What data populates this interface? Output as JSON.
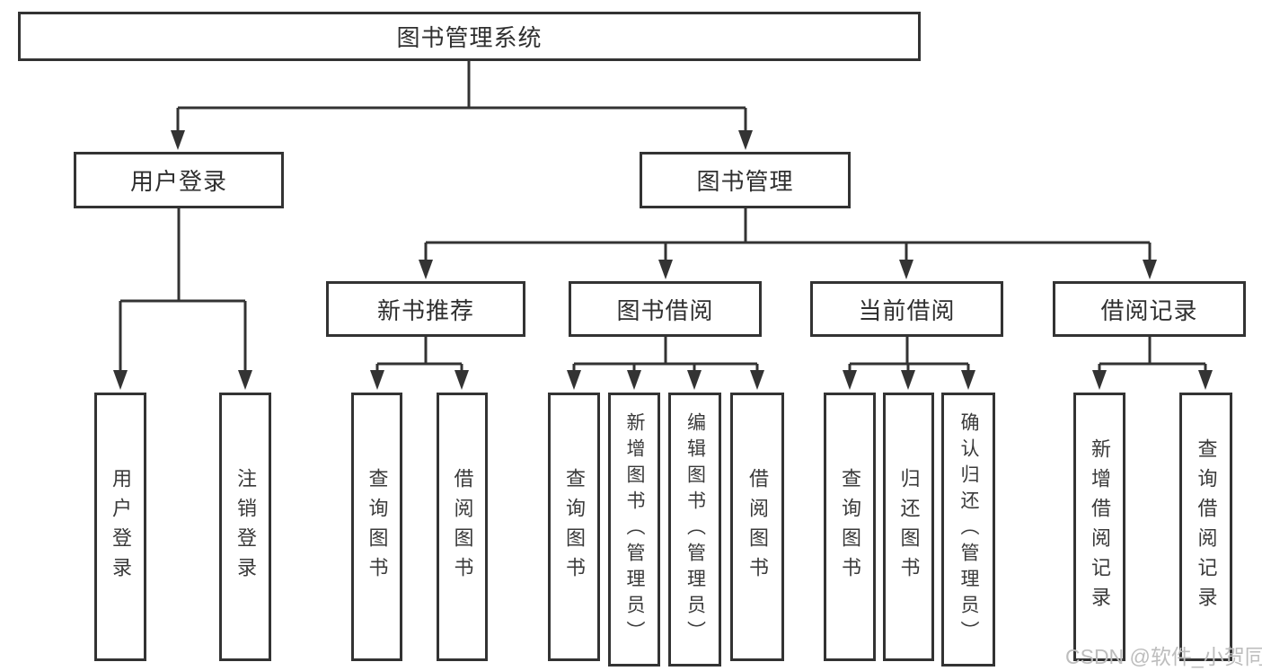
{
  "diagram": {
    "root": {
      "label": "图书管理系统"
    },
    "branches": [
      {
        "label": "用户登录",
        "children": [
          {
            "label": "用户登录"
          },
          {
            "label": "注销登录"
          }
        ]
      },
      {
        "label": "图书管理",
        "children": [
          {
            "label": "新书推荐",
            "children": [
              {
                "label": "查询图书"
              },
              {
                "label": "借阅图书"
              }
            ]
          },
          {
            "label": "图书借阅",
            "children": [
              {
                "label": "查询图书"
              },
              {
                "label": "新增图书（管理员）"
              },
              {
                "label": "编辑图书（管理员）"
              },
              {
                "label": "借阅图书"
              }
            ]
          },
          {
            "label": "当前借阅",
            "children": [
              {
                "label": "查询图书"
              },
              {
                "label": "归还图书"
              },
              {
                "label": "确认归还（管理员）"
              }
            ]
          },
          {
            "label": "借阅记录",
            "children": [
              {
                "label": "新增借阅记录"
              },
              {
                "label": "查询借阅记录"
              }
            ]
          }
        ]
      }
    ]
  },
  "watermark": {
    "text": "CSDN @软件_小贺同学"
  },
  "colors": {
    "line": "#333333",
    "text": "#2f2f2f",
    "watermark": "#bdbdbd",
    "background": "#ffffff"
  }
}
